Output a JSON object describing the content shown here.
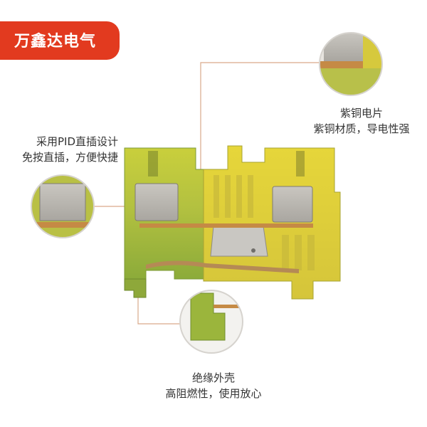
{
  "brand": {
    "name": "万鑫达电气"
  },
  "callouts": {
    "copper": {
      "line1": "紫铜电片",
      "line2": "紫铜材质，导电性强"
    },
    "pid": {
      "line1": "采用PID直插设计",
      "line2": "免按直插，方便快捷"
    },
    "shell": {
      "line1": "绝缘外壳",
      "line2": "高阻燃性，使用放心"
    }
  },
  "colors": {
    "brand_red": "#e23a1f",
    "terminal_yellow": "#d9d63a",
    "terminal_green": "#8fb43a",
    "copper": "#c58a45",
    "contact_gray": "#b9b6b0"
  }
}
